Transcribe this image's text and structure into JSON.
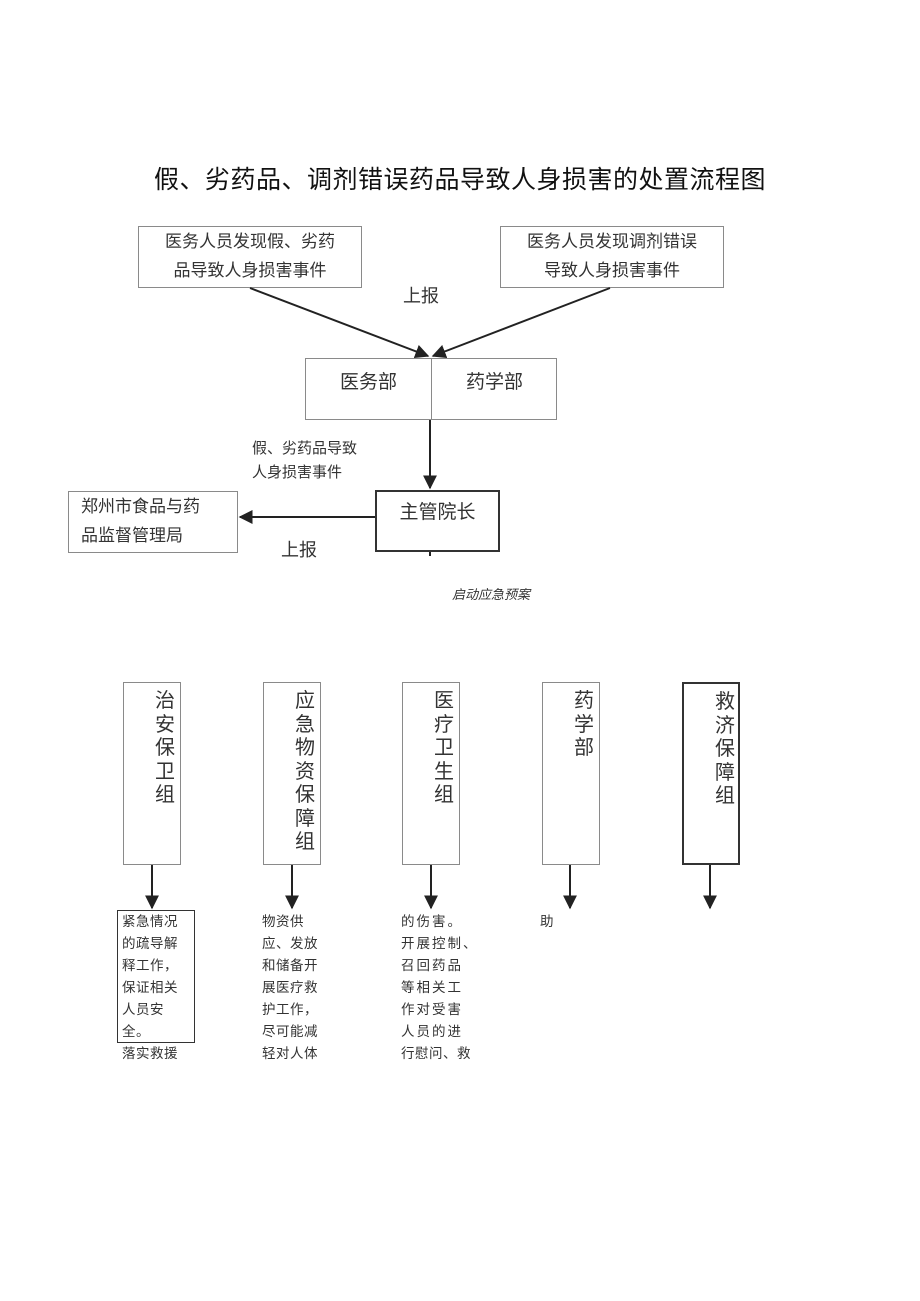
{
  "title": "假、劣药品、调剂错误药品导致人身损害的处置流程图",
  "boxes": {
    "left_top": [
      "医务人员发现假、劣药",
      "品导致人身损害事件"
    ],
    "right_top": [
      "医务人员发现调剂错误",
      "导致人身损害事件"
    ],
    "dept_left": "医务部",
    "dept_right": "药学部",
    "director": "主管院长",
    "fda": [
      "郑州市食品与药",
      "品监督管理局"
    ]
  },
  "labels": {
    "report_1": "上报",
    "report_2": "上报",
    "event_note": "假、劣药品导致\n人身损害事件",
    "start_plan": "启动应急预案"
  },
  "groups": [
    {
      "name": "治安保卫组",
      "text": [
        "紧急情况",
        "的疏导解",
        "释工作，",
        "保证相关",
        "人员安",
        "全。",
        "落实救援"
      ]
    },
    {
      "name": "应急物资保障组",
      "text": [
        "物资供",
        "应、发放",
        "和储备开",
        "展医疗救",
        "护工作，",
        "尽可能减",
        "轻对人体"
      ]
    },
    {
      "name": "医疗卫生组",
      "text": [
        "的伤害。",
        "开展控制、",
        "召回药品",
        "等相关工",
        "作对受害",
        "人员的进",
        "行慰问、救"
      ]
    },
    {
      "name": "药学部",
      "text": [
        "助"
      ]
    },
    {
      "name": "救济保障组",
      "text": []
    }
  ]
}
